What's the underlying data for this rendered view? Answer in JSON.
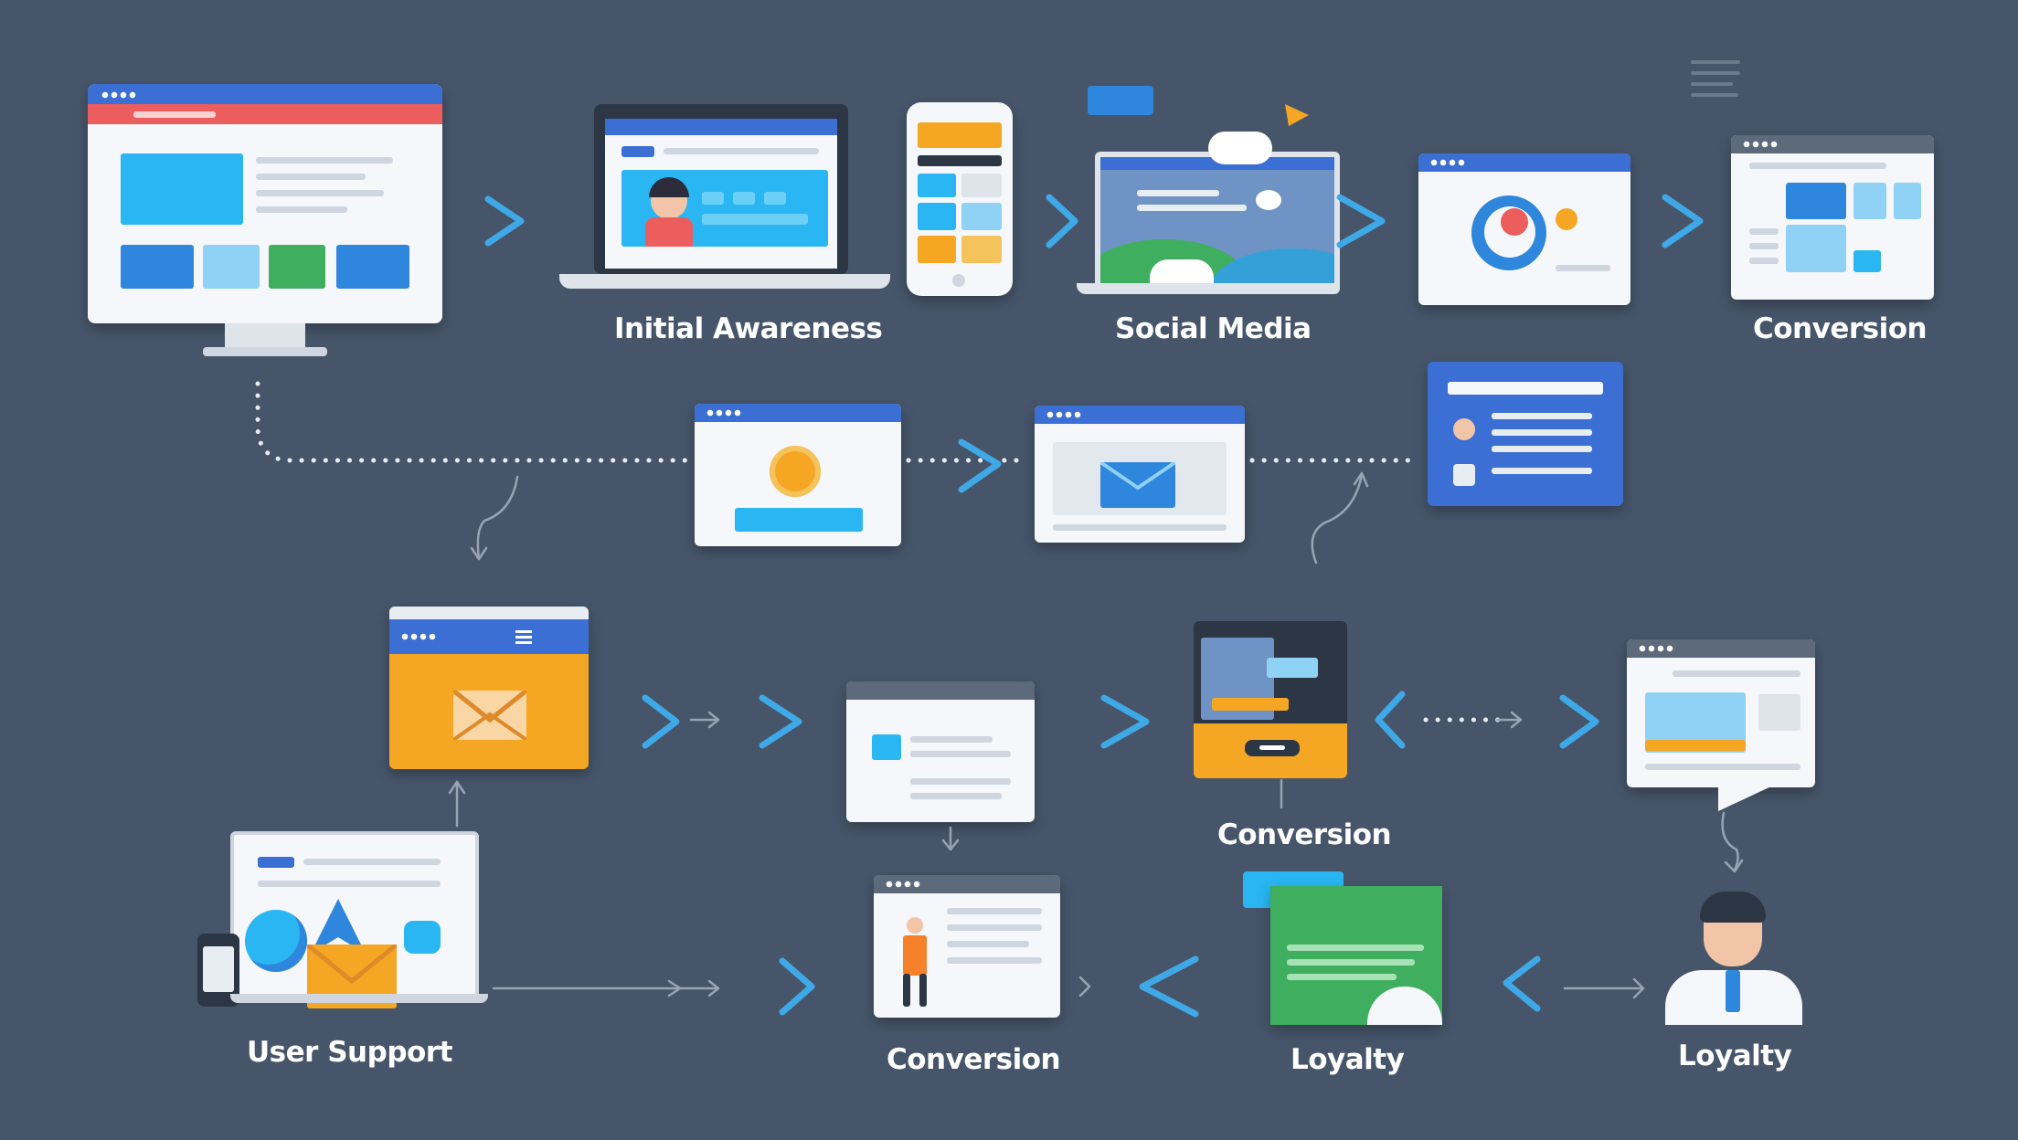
{
  "labels": {
    "initial_awareness": "Initial Awareness",
    "social_media": "Social Media",
    "conversion_top": "Conversion",
    "conversion_middle": "Conversion",
    "conversion_bottom": "Conversion",
    "user_support": "User Support",
    "loyalty_green": "Loyalty",
    "loyalty_person": "Loyalty"
  },
  "colors": {
    "background": "#46556a",
    "accent_blue": "#3fa9e8",
    "window_blue": "#3b6fd3",
    "orange": "#f5a623",
    "green": "#3fae5f",
    "red": "#e85a5a"
  },
  "icons": [
    "desktop-monitor-icon",
    "laptop-icon",
    "smartphone-icon",
    "social-feed-icon",
    "profile-card-icon",
    "dashboard-icon",
    "coin-icon",
    "envelope-icon",
    "chat-bubble-icon",
    "kiosk-icon",
    "support-bundle-icon",
    "loyalty-card-icon",
    "person-icon"
  ]
}
